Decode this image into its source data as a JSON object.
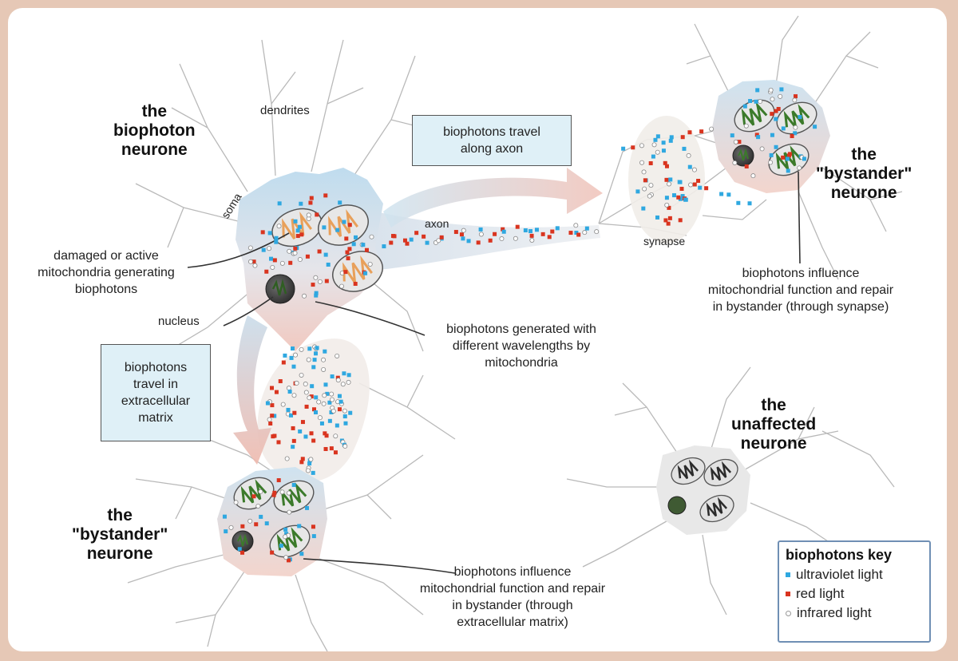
{
  "colors": {
    "ultraviolet": "#2fa8e0",
    "red": "#d9341f",
    "infrared": "#ffffff",
    "mito_damaged": "#e8a05a",
    "mito_healthy": "#3b7a2a",
    "mito_unaffected": "#2b2b2b",
    "info_box_bg": "#dff0f7",
    "key_border": "#6f8fb4"
  },
  "neurones": {
    "source": {
      "title": "the\nbiophoton\nneurone"
    },
    "bystander_right": {
      "title": "the\n\"bystander\"\nneurone"
    },
    "bystander_bottom": {
      "title": "the\n\"bystander\"\nneurone"
    },
    "unaffected": {
      "title": "the\nunaffected\nneurone"
    }
  },
  "labels": {
    "dendrites": "dendrites",
    "soma": "soma",
    "axon": "axon",
    "synapse": "synapse",
    "nucleus": "nucleus",
    "damaged_mito": "damaged or active\nmitochondria generating\nbiophotons",
    "generated": "biophotons generated with\ndifferent wavelengths by\nmitochondria",
    "influence_synapse": "biophotons influence\nmitochondrial function and repair\nin bystander (through synapse)",
    "influence_matrix": "biophotons influence\nmitochondrial function and repair\nin bystander (through\nextracellular matrix)"
  },
  "boxes": {
    "axon_travel": "biophotons travel\nalong axon",
    "matrix_travel": "biophotons\ntravel in\nextracellular\nmatrix"
  },
  "key": {
    "title": "biophotons key",
    "items": [
      {
        "label": "ultraviolet light",
        "color": "#2fa8e0"
      },
      {
        "label": "red light",
        "color": "#d9341f"
      },
      {
        "label": "infrared light",
        "color": "#ffffff"
      }
    ]
  }
}
